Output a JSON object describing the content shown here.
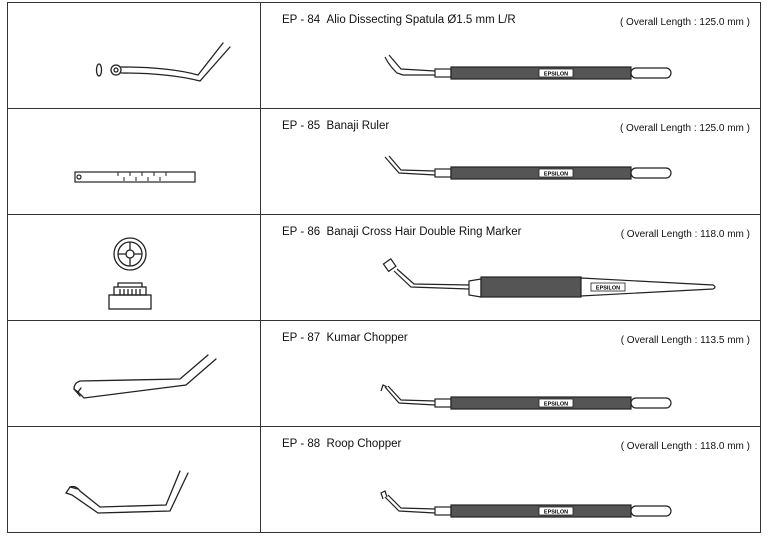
{
  "products": [
    {
      "code": "EP - 84",
      "name": "Alio Dissecting Spatula Ø1.5 mm L/R",
      "length": "( Overall Length : 125.0 mm )",
      "brand": "EPSILON",
      "tip": "spatula-tip"
    },
    {
      "code": "EP - 85",
      "name": "Banaji Ruler",
      "length": "( Overall Length : 125.0 mm )",
      "brand": "EPSILON",
      "tip": "ruler-tip"
    },
    {
      "code": "EP - 86",
      "name": "Banaji Cross Hair Double Ring Marker",
      "length": "( Overall Length : 118.0 mm )",
      "brand": "EPSILON",
      "tip": "ring-marker-tip"
    },
    {
      "code": "EP - 87",
      "name": "Kumar Chopper",
      "length": "( Overall Length : 113.5 mm )",
      "brand": "EPSILON",
      "tip": "hook-chopper-tip"
    },
    {
      "code": "EP - 88",
      "name": "Roop Chopper",
      "length": "( Overall Length : 118.0 mm )",
      "brand": "EPSILON",
      "tip": "double-bend-chopper-tip"
    }
  ]
}
